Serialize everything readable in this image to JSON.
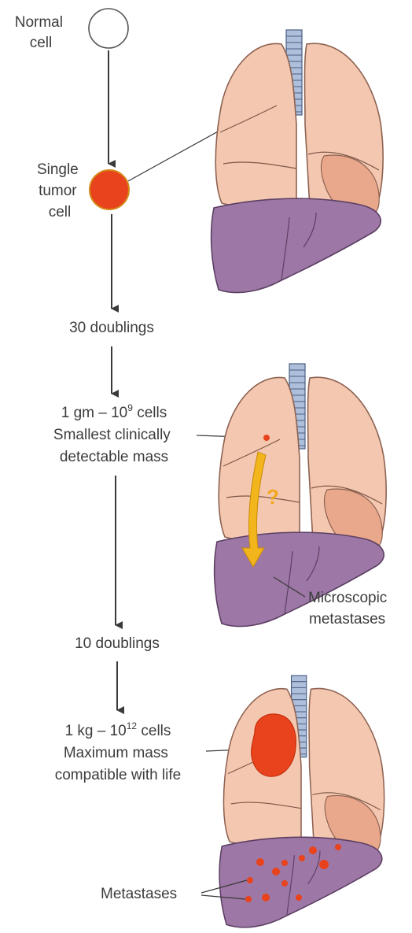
{
  "labels": {
    "normal_cell": [
      "Normal",
      "cell"
    ],
    "single_tumor_cell": [
      "Single",
      "tumor",
      "cell"
    ],
    "thirty_doublings": "30 doublings",
    "one_gram": {
      "prefix": "1 gm – 10",
      "exponent": "9",
      "suffix": " cells"
    },
    "smallest_mass": [
      "Smallest clinically",
      "detectable mass"
    ],
    "microscopic_metastases": [
      "Microscopic",
      "metastases"
    ],
    "question_mark": "?",
    "ten_doublings": "10 doublings",
    "one_kg": {
      "prefix": "1 kg – 10",
      "exponent": "12",
      "suffix": " cells"
    },
    "maximum_mass": [
      "Maximum mass",
      "compatible with life"
    ],
    "metastases": "Metastases"
  },
  "colors": {
    "lung": "#f4c8b0",
    "lung_shadow": "#e9a88c",
    "liver": "#9d78a6",
    "trachea": "#aebfdb",
    "tumor": "#e8431c",
    "migration_arrow": "#f2b51c",
    "text": "#3c3c3c"
  }
}
